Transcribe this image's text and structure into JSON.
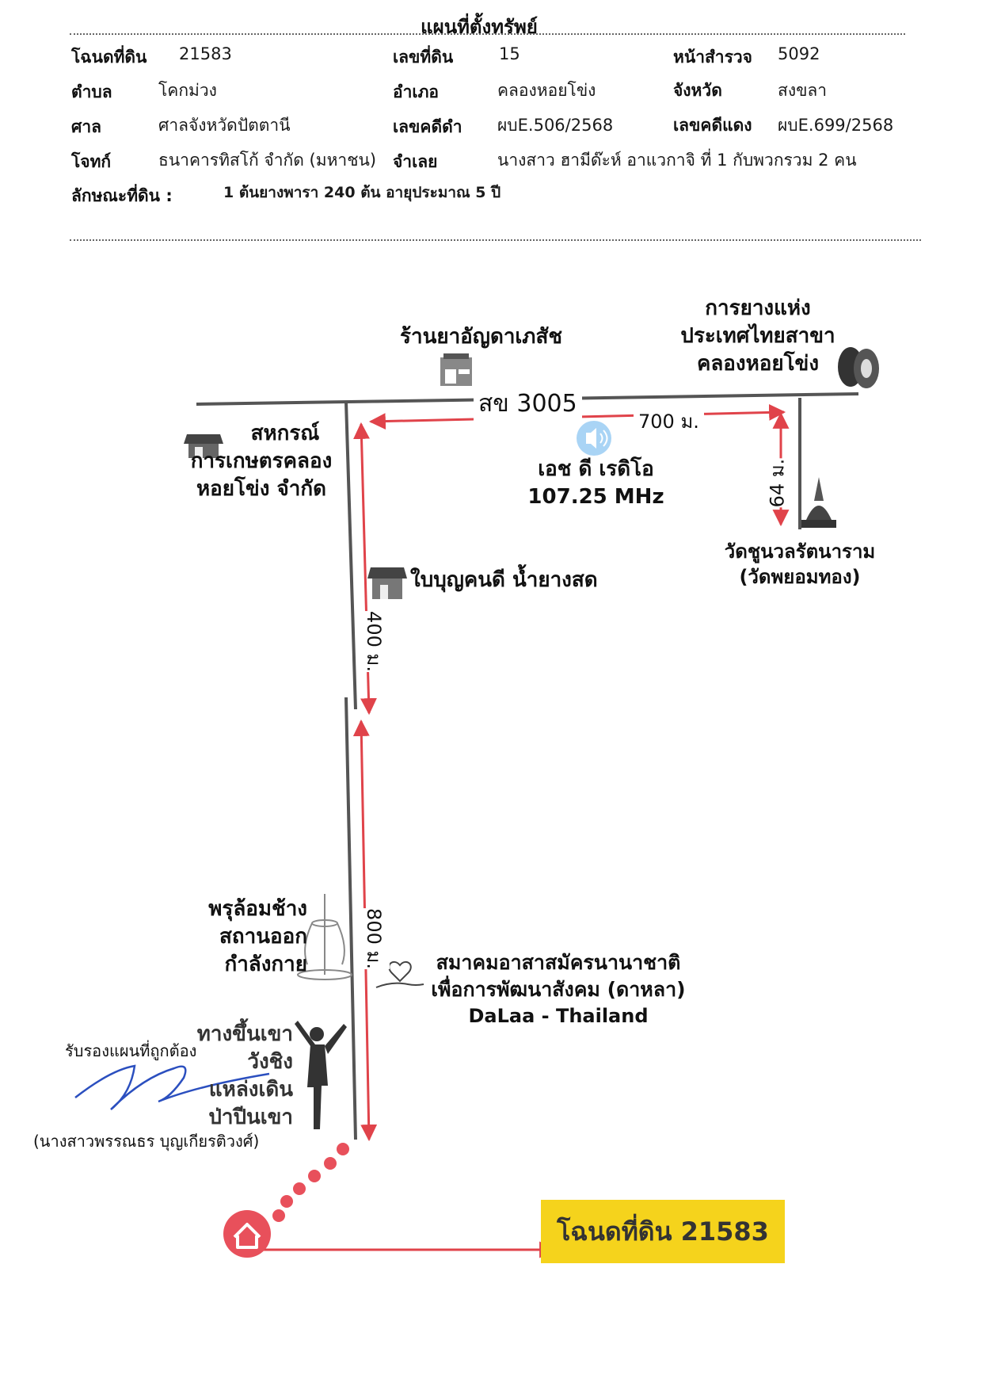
{
  "title": "แผนที่ตั้งทรัพย์",
  "header": {
    "row1": {
      "l1": "โฉนดที่ดิน",
      "v1": "21583",
      "l2": "เลขที่ดิน",
      "v2": "15",
      "l3": "หน้าสำรวจ",
      "v3": "5092"
    },
    "row2": {
      "l1": "ตำบล",
      "v1": "โคกม่วง",
      "l2": "อำเภอ",
      "v2": "คลองหอยโข่ง",
      "l3": "จังหวัด",
      "v3": "สงขลา"
    },
    "row3": {
      "l1": "ศาล",
      "v1": "ศาลจังหวัดปัตตานี",
      "l2": "เลขคดีดำ",
      "v2": "ผบE.506/2568",
      "l3": "เลขคดีแดง",
      "v3": "ผบE.699/2568"
    },
    "row4": {
      "l1": "โจทก์",
      "v1": "ธนาคารทิสโก้ จำกัด (มหาชน)",
      "l2": "จำเลย",
      "v2": "นางสาว ฮามีด๊ะห์ อาแวกาจิ  ที่ 1  กับพวกรวม 2 คน"
    },
    "row5": {
      "l1": "ลักษณะที่ดิน :",
      "v1": "1 ต้นยางพารา 240 ต้น อายุประมาณ 5 ปี"
    }
  },
  "map": {
    "road_name": "สข 3005",
    "distances": {
      "horizontal": "700 ม.",
      "to_temple": "64 ม.",
      "upper_vertical": "400 ม.",
      "lower_vertical": "800 ม."
    },
    "landmarks": {
      "pharmacy": "ร้านยาอัญดาเภสัช",
      "rubber_authority": [
        "การยางแห่ง",
        "ประเทศไทยสาขา",
        "คลองหอยโข่ง"
      ],
      "cooperative": [
        "สหกรณ์",
        "การเกษตรคลอง",
        "หอยโข่ง จำกัด"
      ],
      "radio": [
        "เอช ดี เรดิโอ",
        "107.25 MHz"
      ],
      "temple": [
        "วัดชูนวลรัตนาราม",
        "(วัดพยอมทอง)"
      ],
      "latex_shop": "ใบบุญคนดี น้ำยางสด",
      "fountain": [
        "พรุล้อมช้าง",
        "สถานออก",
        "กำลังกาย"
      ],
      "association": [
        "สมาคมอาสาสมัครนานาชาติ",
        "เพื่อการพัฒนาสังคม (ดาหลา)",
        "DaLaa - Thailand"
      ],
      "hiking": [
        "ทางขึ้นเขา",
        "วังชิง",
        "แหล่งเดิน",
        "ป่าปีนเขา"
      ]
    },
    "target": "โฉนดที่ดิน 21583",
    "colors": {
      "route": "#e0434a",
      "road": "#555555",
      "target_box": "#f5d31c",
      "home": "#e8505b"
    }
  },
  "certification": {
    "text": "รับรองแผนที่ถูกต้อง",
    "name": "(นางสาวพรรณธร บุญเกียรติวงศ์)"
  }
}
